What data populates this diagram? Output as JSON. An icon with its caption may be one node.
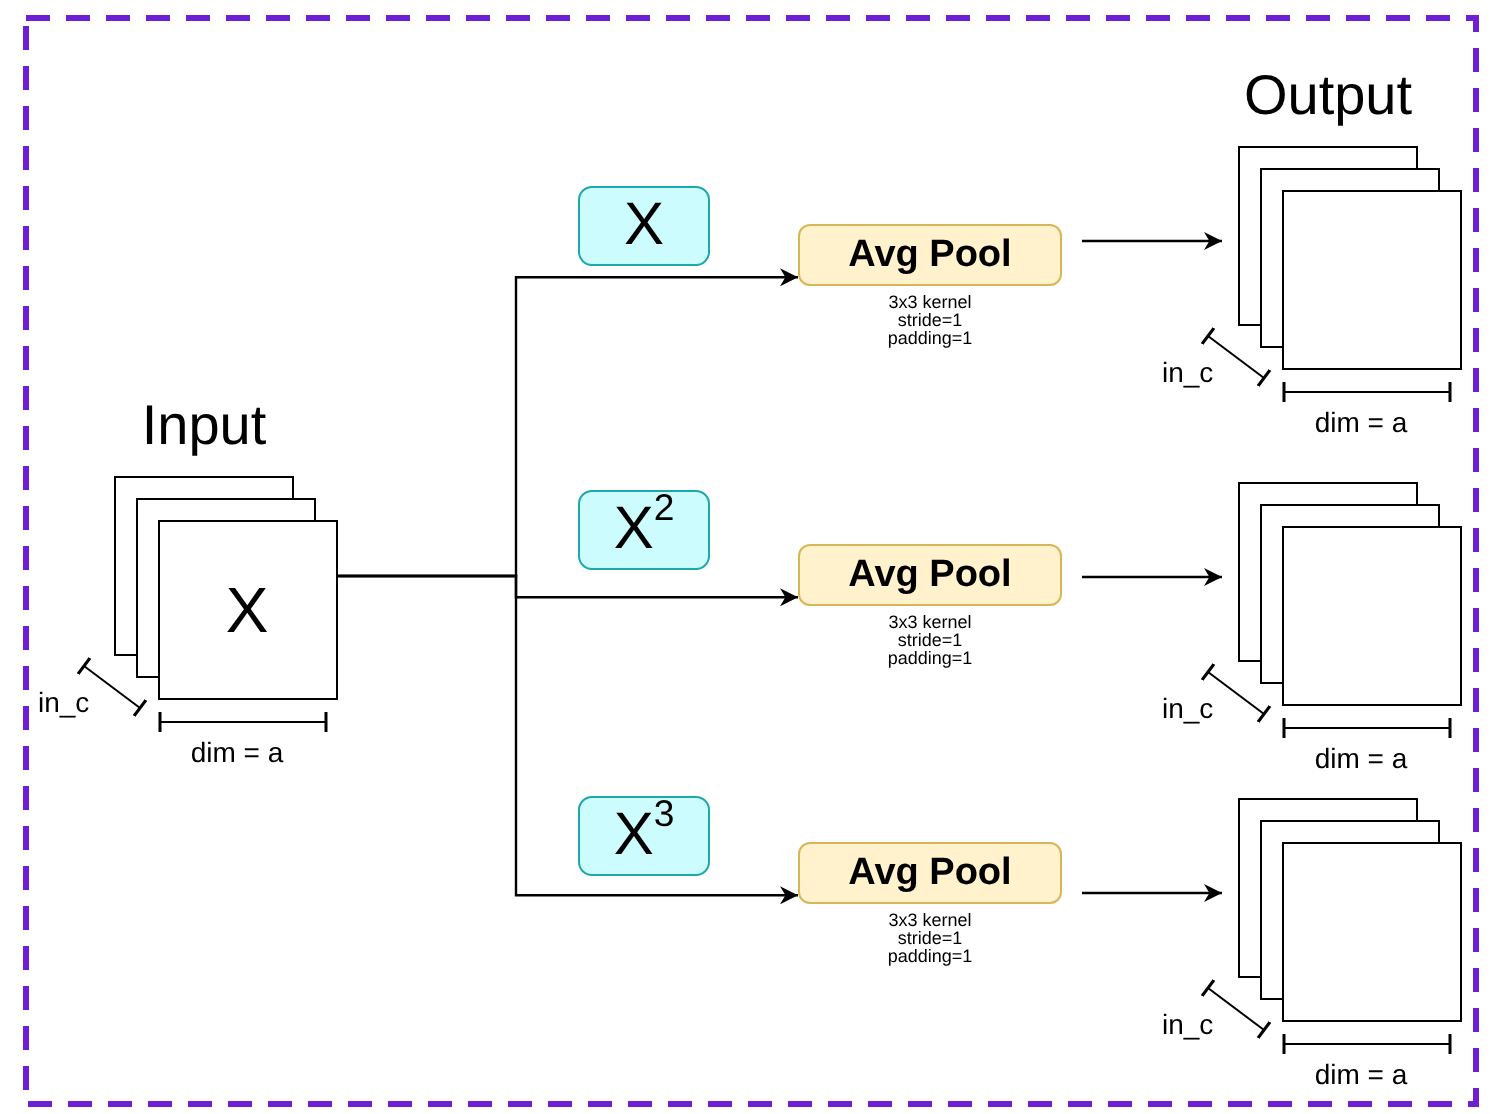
{
  "diagram": {
    "nodes": [
      {
        "text": [
          "Input",
          "X"
        ],
        "beside": [
          "in_c",
          "dim = a"
        ]
      },
      {
        "text": [
          "X"
        ]
      },
      {
        "text": [
          "Avg Pool"
        ],
        "beside": [
          "3x3 kernel stride=1 padding=1"
        ]
      },
      {
        "text": [
          "Output"
        ],
        "beside": [
          "in_c",
          "dim = a"
        ]
      },
      {
        "text": [
          "X$^{2}$"
        ]
      },
      {
        "text": [
          "Avg Pool"
        ],
        "beside": [
          "3x3 kernel stride=1 padding=1"
        ]
      },
      {
        "text": [],
        "shape": "box",
        "beside": [
          "in_c",
          "dim = a"
        ]
      },
      {
        "text": [
          "X$^{3}$"
        ]
      },
      {
        "text": [
          "Avg Pool"
        ],
        "beside": [
          "3x3 kernel stride=1 padding=1"
        ]
      },
      {
        "text": [],
        "shape": "box",
        "beside": [
          "in_c",
          "dim = a"
        ]
      }
    ],
    "edges": [
      {
        "from": 0,
        "to": 2,
        "arrow": "to"
      },
      {
        "from": 0,
        "to": 5,
        "arrow": "to"
      },
      {
        "from": 0,
        "to": 8,
        "arrow": "to"
      },
      {
        "from": 2,
        "to": 3,
        "arrow": "to"
      },
      {
        "from": 5,
        "to": 6,
        "arrow": "to"
      },
      {
        "from": 8,
        "to": 9,
        "arrow": "to"
      }
    ]
  }
}
